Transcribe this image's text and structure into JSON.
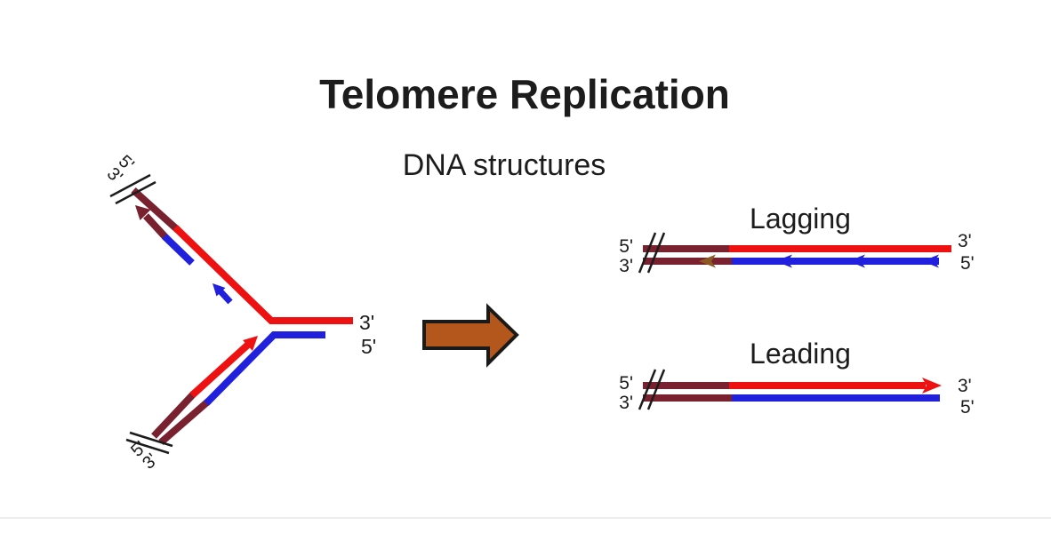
{
  "title": "Telomere Replication",
  "subtitle": "DNA structures",
  "colors": {
    "red": "#ee1111",
    "blue": "#2121dd",
    "maroon": "#7a2130",
    "brown": "#8b5a22",
    "block_arrow_fill": "#b4571c",
    "block_arrow_outline": "#1a1a1a",
    "text": "#1c1c1c"
  },
  "icons": {
    "transform_arrow": "block-arrow-right"
  },
  "fork": {
    "top_end": {
      "top_label": "5'",
      "bottom_label": "3'"
    },
    "bottom_end": {
      "top_label": "5'",
      "bottom_label": "3'"
    },
    "right_end": {
      "top_label": "3'",
      "bottom_label": "5'"
    }
  },
  "lagging": {
    "label": "Lagging",
    "left": {
      "top": "5'",
      "bottom": "3'"
    },
    "right": {
      "top": "3'",
      "bottom": "5'"
    }
  },
  "leading": {
    "label": "Leading",
    "left": {
      "top": "5'",
      "bottom": "3'"
    },
    "right": {
      "top": "3'",
      "bottom": "5'"
    }
  }
}
